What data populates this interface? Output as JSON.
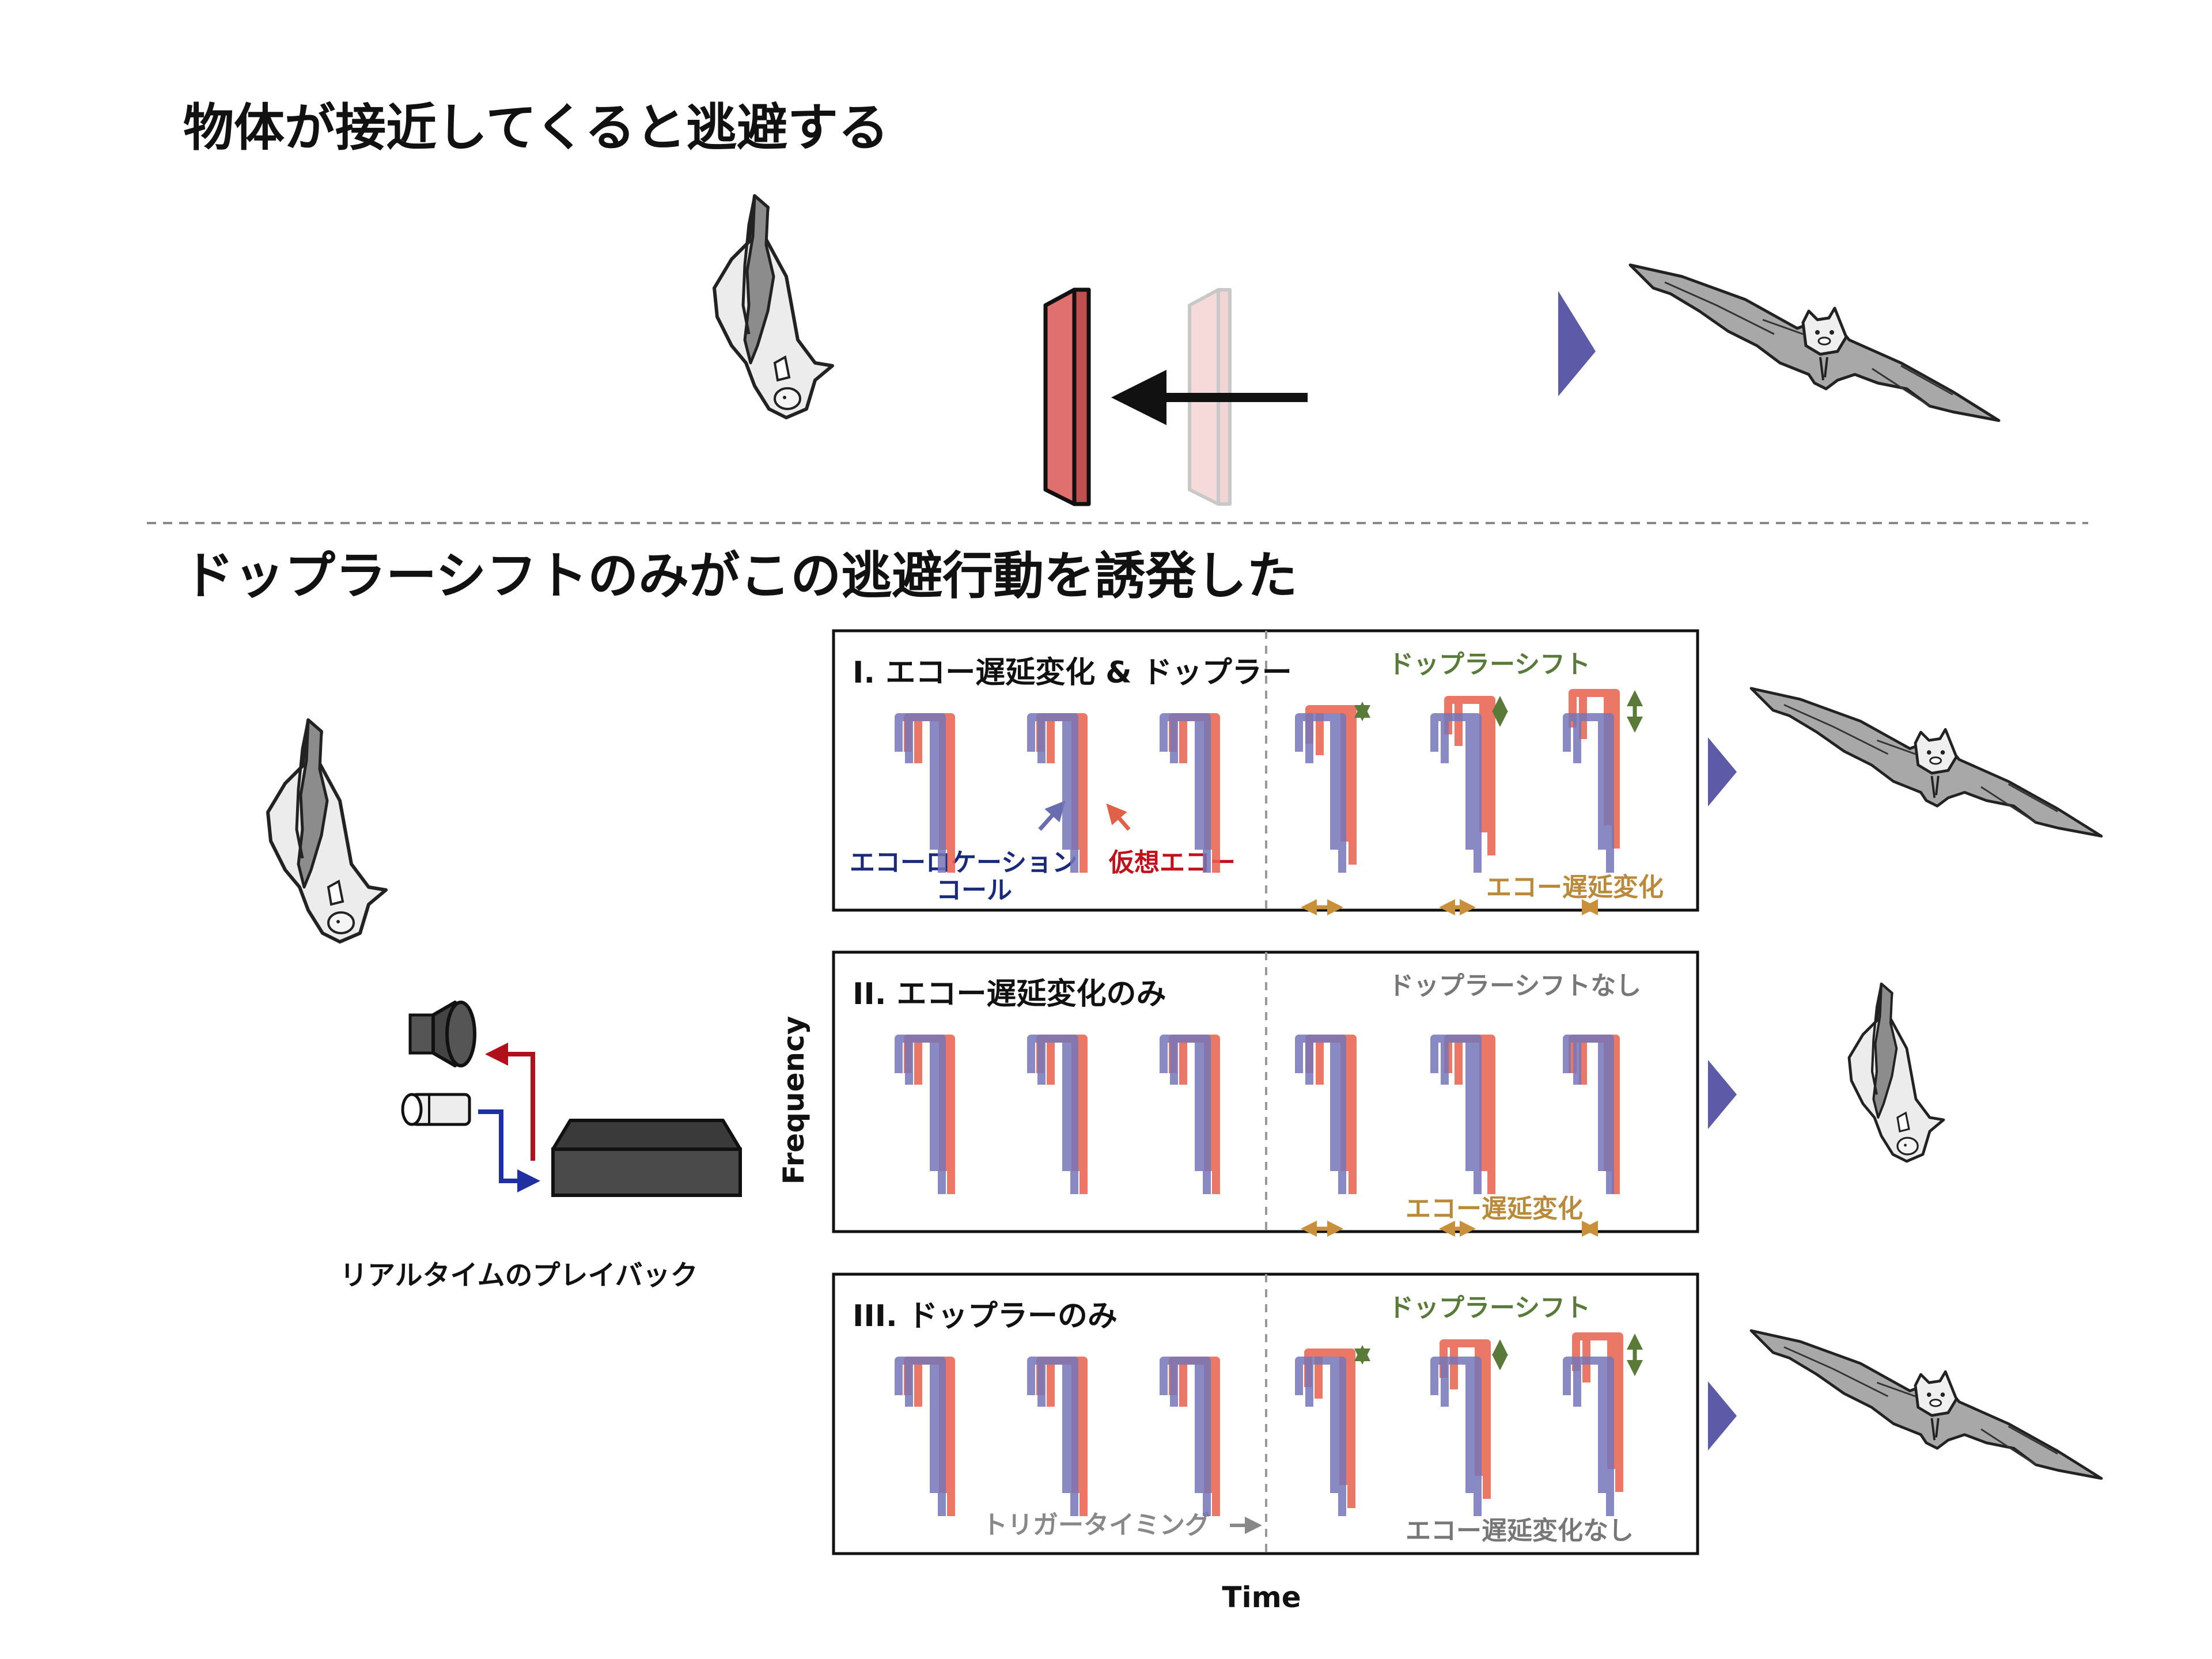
{
  "titles": {
    "top": "物体が接近してくると逃避する",
    "middle": "ドップラーシフトのみがこの逃避行動を誘発した"
  },
  "setup": {
    "label": "リアルタイムのプレイバック"
  },
  "axes": {
    "ylabel": "Frequency",
    "xlabel": "Time"
  },
  "panels": [
    {
      "title": "I. エコー遅延変化 & ドップラー",
      "top_right": "ドップラーシフト",
      "bottom_right": "エコー遅延変化",
      "call_label_1": "エコーロケーション",
      "call_label_2": "コール",
      "echo_label": "仮想エコー",
      "outcome": "fly"
    },
    {
      "title": "II. エコー遅延変化のみ",
      "top_right": "ドップラーシフトなし",
      "bottom_right": "エコー遅延変化",
      "outcome": "hang"
    },
    {
      "title": "III. ドップラーのみ",
      "top_right": "ドップラーシフト",
      "bottom_right": "エコー遅延変化なし",
      "trigger_label": "トリガータイミング",
      "outcome": "fly"
    }
  ],
  "colors": {
    "call": "#7476b8",
    "echo": "#e8604c",
    "doppler_text": "#5a7a3a",
    "delay_text": "#b88a3a",
    "gray_text": "#777777",
    "navy_text": "#1a2a7a",
    "red_text": "#c0101a",
    "triangle": "#5d5aa8",
    "wall": "#e07070"
  }
}
